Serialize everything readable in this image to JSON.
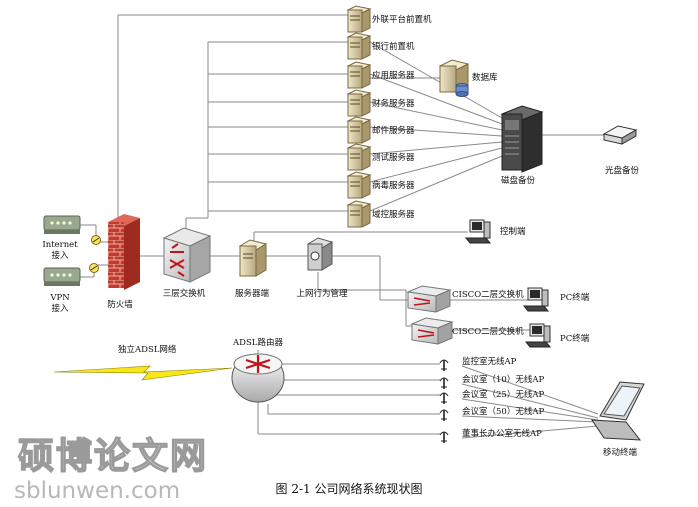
{
  "figure": {
    "caption": "图 2-1  公司网络系统现状图"
  },
  "watermark": {
    "cn": "硕博论文网",
    "url": "sblunwen.com"
  },
  "nodes": {
    "internet": "Internet\n接入",
    "vpn": "VPN\n接入",
    "firewall": "防火墙",
    "core_switch": "三层交换机",
    "server_end": "服务器端",
    "behavior_mgmt": "上网行为管理",
    "servers": [
      "外联平台前置机",
      "银行前置机",
      "应用服务器",
      "财务服务器",
      "邮件服务器",
      "测试服务器",
      "病毒服务器",
      "域控服务器"
    ],
    "database": "数据库",
    "tape_backup": "磁盘备份",
    "optical_backup": "光盘备份",
    "console": "控制端",
    "cisco_switch_1": "CISCO二层交换机",
    "cisco_switch_2": "CISCO二层交换机",
    "pc_1": "PC终端",
    "pc_2": "PC终端",
    "adsl_router": "ADSL路由器",
    "adsl_link": "独立ADSL网络",
    "aps": [
      "监控室无线AP",
      "会议室（10）无线AP",
      "会议室（25）无线AP",
      "会议室（50）无线AP",
      "董事长办公室无线AP"
    ],
    "mobile": "移动终端"
  }
}
